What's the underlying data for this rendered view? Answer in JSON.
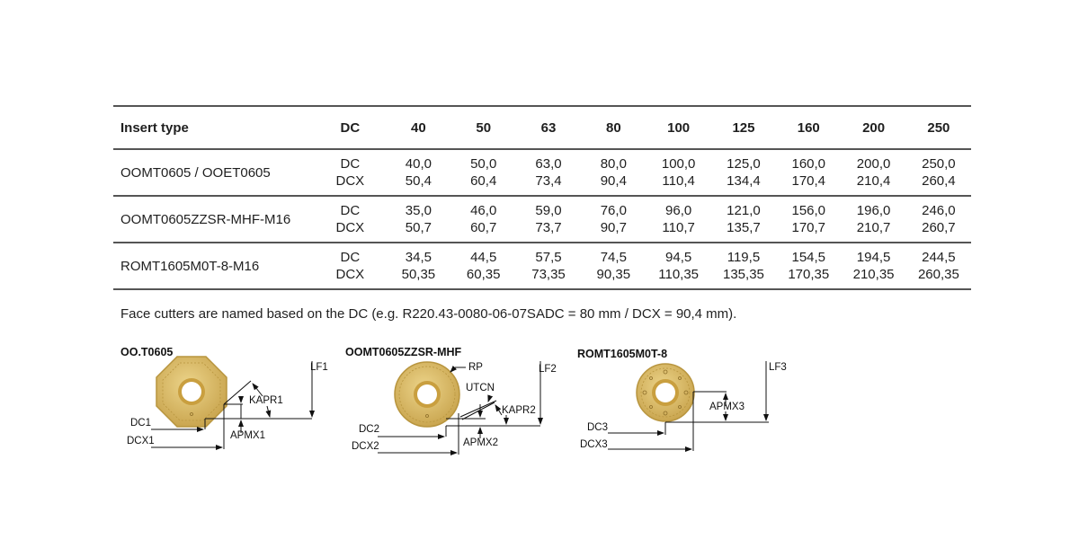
{
  "table": {
    "headers": [
      "Insert type",
      "DC",
      "40",
      "50",
      "63",
      "80",
      "100",
      "125",
      "160",
      "200",
      "250"
    ],
    "rows": [
      {
        "insert_type": "OOMT0605 / OOET0605",
        "dc_label": "DC",
        "dcx_label": "DCX",
        "dc": [
          "40,0",
          "50,0",
          "63,0",
          "80,0",
          "100,0",
          "125,0",
          "160,0",
          "200,0",
          "250,0"
        ],
        "dcx": [
          "50,4",
          "60,4",
          "73,4",
          "90,4",
          "110,4",
          "134,4",
          "170,4",
          "210,4",
          "260,4"
        ]
      },
      {
        "insert_type": "OOMT0605ZZSR-MHF-M16",
        "dc_label": "DC",
        "dcx_label": "DCX",
        "dc": [
          "35,0",
          "46,0",
          "59,0",
          "76,0",
          "96,0",
          "121,0",
          "156,0",
          "196,0",
          "246,0"
        ],
        "dcx": [
          "50,7",
          "60,7",
          "73,7",
          "90,7",
          "110,7",
          "135,7",
          "170,7",
          "210,7",
          "260,7"
        ]
      },
      {
        "insert_type": "ROMT1605M0T-8-M16",
        "dc_label": "DC",
        "dcx_label": "DCX",
        "dc": [
          "34,5",
          "44,5",
          "57,5",
          "74,5",
          "94,5",
          "119,5",
          "154,5",
          "194,5",
          "244,5"
        ],
        "dcx": [
          "50,35",
          "60,35",
          "73,35",
          "90,35",
          "110,35",
          "135,35",
          "170,35",
          "210,35",
          "260,35"
        ]
      }
    ]
  },
  "note": "Face cutters are named based on the DC (e.g. R220.43-0080-06-07SADC = 80 mm / DCX = 90,4 mm).",
  "diagrams": [
    {
      "title": "OO.T0605",
      "labels": {
        "lf": "LF1",
        "kapr": "KAPR1",
        "dc": "DC1",
        "dcx": "DCX1",
        "apmx": "APMX1"
      }
    },
    {
      "title": "OOMT0605ZZSR-MHF",
      "labels": {
        "rp": "RP",
        "lf": "LF2",
        "utcn": "UTCN",
        "kapr": "KAPR2",
        "dc": "DC2",
        "dcx": "DCX2",
        "apmx": "APMX2"
      }
    },
    {
      "title": "ROMT1605M0T-8",
      "labels": {
        "lf": "LF3",
        "apmx": "APMX3",
        "dc": "DC3",
        "dcx": "DCX3"
      }
    }
  ],
  "colors": {
    "insert_gold": "#d8b862",
    "insert_edge": "#b8953e",
    "rule": "#555555"
  }
}
